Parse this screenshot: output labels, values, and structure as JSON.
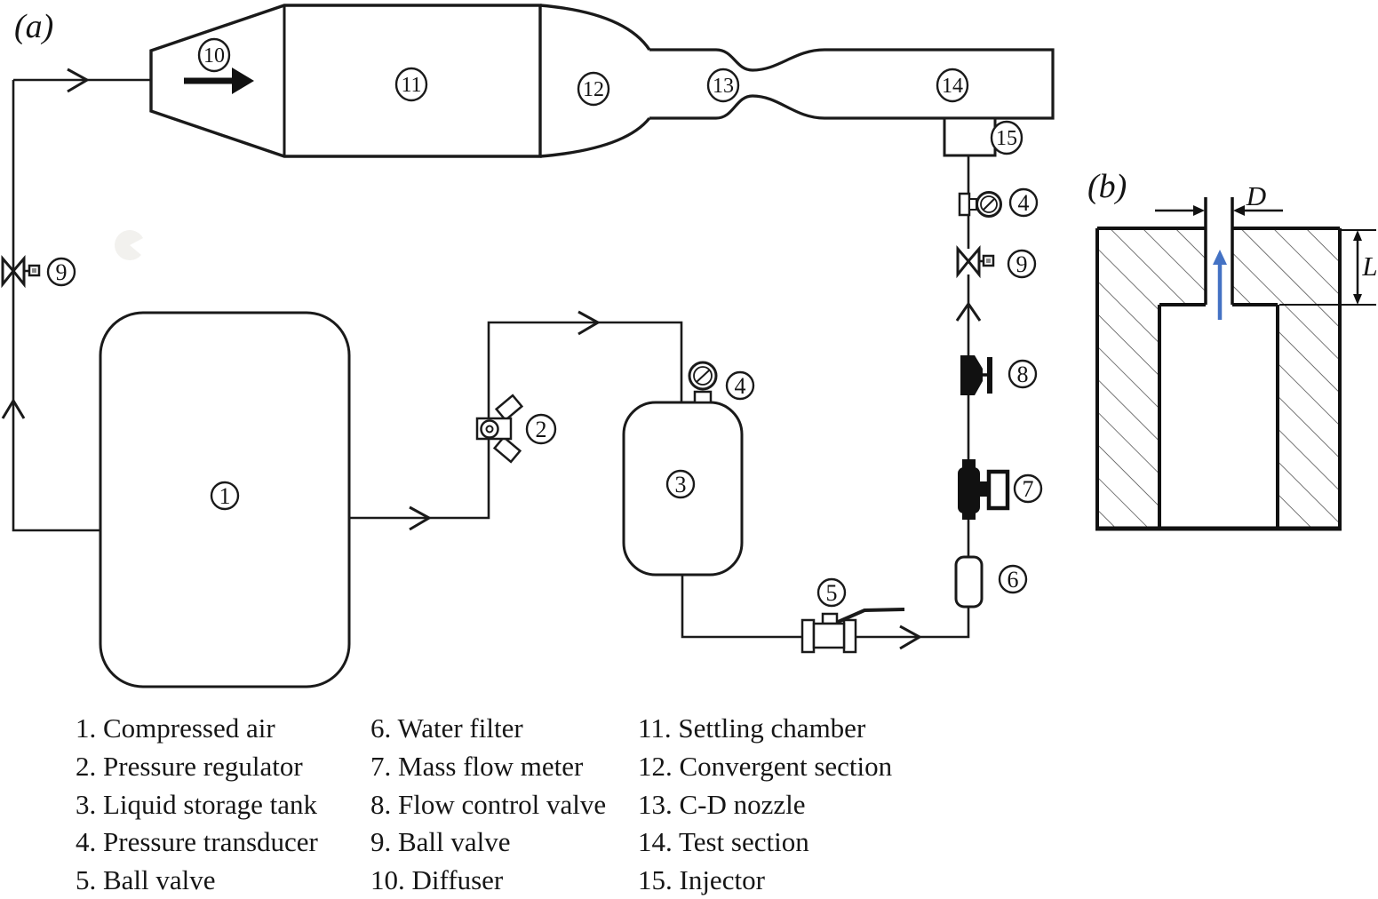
{
  "panels": {
    "a_label": "(a)",
    "b_label": "(b)"
  },
  "component_labels": {
    "n1": "1",
    "n2": "2",
    "n3": "3",
    "n4": "4",
    "n5": "5",
    "n6": "6",
    "n7": "7",
    "n8": "8",
    "n9": "9",
    "n10": "10",
    "n11": "11",
    "n12": "12",
    "n13": "13",
    "n14": "14",
    "n15": "15"
  },
  "legend": {
    "col1": [
      "1. Compressed air",
      "2. Pressure regulator",
      "3. Liquid storage tank",
      "4. Pressure transducer",
      "5. Ball valve"
    ],
    "col2": [
      "6. Water filter",
      "7. Mass flow meter",
      "8. Flow control valve",
      "9. Ball valve",
      "10. Diffuser"
    ],
    "col3": [
      "11. Settling chamber",
      "12. Convergent section",
      "13. C-D nozzle",
      "14. Test section",
      "15. Injector"
    ]
  },
  "panel_b": {
    "diameter_label": "D",
    "length_label": "L",
    "flow_arrow_color": "#4472c4"
  },
  "colors": {
    "line": "#1a1a1a",
    "hatch": "#4a4a4a"
  }
}
